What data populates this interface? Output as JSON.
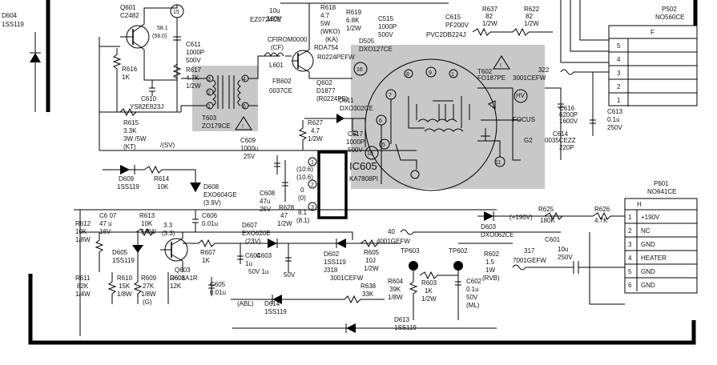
{
  "diagram": {
    "transistors": {
      "q601": {
        "ref": "Q601",
        "part": "C2482"
      },
      "q602": {
        "ref": "Q602",
        "part": "D1877",
        "alt": "(R0224PE)",
        "alt2": "R0224PEFW",
        "alt3": "RDA754"
      },
      "q603": {
        "ref": "Q603",
        "part": "D601A1R"
      }
    },
    "ics": {
      "ic605": {
        "ref": "IC605",
        "part": "KA7808PI"
      }
    },
    "transformers": {
      "t603": {
        "ref": "T603",
        "part": "ZO179CE"
      },
      "t602": {
        "ref": "T602",
        "part": "FO187PE"
      }
    },
    "connectors": {
      "p502": {
        "ref": "P502",
        "part": "NO560CE",
        "header": "F",
        "pins": [
          "5",
          "4",
          "3",
          "2",
          "1"
        ]
      },
      "p601": {
        "ref": "P601",
        "part": "NO641CE",
        "header": "H",
        "pins": [
          {
            "num": "1",
            "sig": "+190V"
          },
          {
            "num": "2",
            "sig": "NC"
          },
          {
            "num": "3",
            "sig": "GND"
          },
          {
            "num": "4",
            "sig": "HEATER"
          },
          {
            "num": "5",
            "sig": "GND"
          },
          {
            "num": "6",
            "sig": "GND"
          }
        ]
      }
    },
    "labels": {
      "d604": "D604",
      "d604_part": "1SS119",
      "v58_1": "58.1",
      "v58_0": "(58.0)",
      "node15": "15",
      "node16": "16",
      "node10": "10",
      "r616": "R616",
      "r616_v": "1K",
      "c611": "C611",
      "c611_v": "1000P",
      "c611_v2": "500V",
      "r617": "R617",
      "r617_v": "4.7K",
      "r617_w": "1/2W",
      "c610": "C610",
      "c610_p": "YS82E823J",
      "r615": "R615",
      "r615_v": "3.3K",
      "r615_w": "3W /5W",
      "r615_t": "(KT)",
      "sv": "/(SV)",
      "d609": "D609",
      "d609_p": "1SS119",
      "r614": "R614",
      "r614_v": "10K",
      "d608": "D608",
      "d608_p": "EXO604GE",
      "d608_v": "(3.9V)",
      "c607": "C6 07",
      "c607_v": "47 u",
      "c607_v2": "16V",
      "r613": "R613",
      "r613_v": "10K",
      "r613_w": "1/8W",
      "v33": "3.3",
      "v33b": "(3.3)",
      "c606": "C606",
      "c606_v": "0.01u",
      "d607": "D607",
      "d607_p": "EXO620E",
      "d607_v": "(23V)",
      "r612": "R612",
      "r612_v": "10K",
      "r612_w": "1/8W",
      "d605": "D605",
      "d605_p": "1SS119",
      "r611": "R611",
      "r611_v": "82K",
      "r611_w": "1/4W",
      "r610": "R610",
      "r610_v": "15K",
      "r610_w": "1/8W",
      "r609": "R609",
      "r609_v": "27K",
      "r609_w": "1/8W",
      "r609_g": "(G)",
      "r608": "R608",
      "r608_v": "12K",
      "r607": "R607",
      "r607_v": "1K",
      "c604": "C604",
      "c604_v": "1u",
      "c603": "C603",
      "c603_v": "50V 1u",
      "c605": "C605",
      "c605_v": "0.01u",
      "abl": "(ABL)",
      "d614": "D614",
      "d614_p": "1SS119",
      "d613": "D613",
      "d613_p": "1SS119",
      "d602": "D602",
      "d602_p": "1SS119",
      "d602_j": "J318",
      "d602_x": "3001CEFW",
      "v50": "50V",
      "r605": "R605",
      "r605_v": "10J",
      "r605_w": "1/2W",
      "r638": "R638",
      "r638_v": "33K",
      "tp603": "TP603",
      "tp602": "TP602",
      "r604": "R604",
      "r604_v": "39K",
      "r604_w": "1/8W",
      "r603": "R603",
      "r603_v": "1K",
      "r603_w": "1/2W",
      "c602": "C602",
      "c602_v": "0.1u",
      "c602_v2": "50V",
      "c602_m": "(ML)",
      "r602": "R602",
      "r602_v": "1.5",
      "r602_w": "1W",
      "r602_t": "(RVB)",
      "c601": "C601",
      "c601_v": "10u",
      "c601_v2": "250V",
      "c601_j": "317",
      "c601_x": "7001GEFW",
      "x40": "40",
      "x4001": "4001GEFW",
      "d603": "D603",
      "d603_p": "DXO062CE",
      "v190": "(+190V)",
      "r625": "R625",
      "r625_v": "180K",
      "r626": "R626",
      "r626_v": "4.7K",
      "c609": "C609",
      "c609_v": "1000u",
      "c609_v2": "25V",
      "c608": "C608",
      "c608_v": "47u",
      "c608_v2": "25V",
      "r628": "R628",
      "r628_v": "47",
      "r628_w": "1/2W",
      "v106": "(10.6)",
      "v106b": "(10.6)",
      "v0": "0",
      "v0b": "(0)",
      "v81": "8.1",
      "v81b": "(8.1)",
      "r627": "R627",
      "r627_v": "4.7",
      "r627_w": "1/2W",
      "c617": "C617",
      "c617_v": "1000P",
      "c617_v2": "500V",
      "d611": "D611",
      "d611_p": "DXO302CE",
      "fb602": "FB602",
      "fb602_p": "0037CE",
      "l601": "L601",
      "cf": "(CF)",
      "cfir": "CFIROM0000",
      "v160": "160V",
      "c618": "10u",
      "ez": "EZ0724CE",
      "r618": "R618",
      "r618_v": "4.7",
      "r618_w": "5W",
      "r618_t": "(WKO)",
      "r618_k": "(KA)",
      "r619": "R619",
      "r619_v": "6.8K",
      "r619_w": "1/2W",
      "c515": "C515",
      "c515_v": "1000P",
      "c515_v2": "500V",
      "d505": "D505",
      "d505_p": "DXO127CE",
      "c615": "C615",
      "c615_v": "PF200V",
      "c615_p": "PVC2DB224J",
      "r637": "R637",
      "r637_v": "82",
      "r637_w": "1/2W",
      "r622": "R622",
      "r622_v": "82",
      "r622_w": "1/2W",
      "t602_p": "3001CEFW",
      "n322": "322",
      "hv": "HV",
      "focus": "FOCUS",
      "g2": "G2",
      "c616": "C616",
      "c616_v": "6200P",
      "c616_v2": "1600V",
      "c614": "C614",
      "c614_p": "0035CEZZ",
      "c614_v": "220P",
      "c613": "C613",
      "c613_v": "0.1u",
      "c613_v2": "250V",
      "pin1": "1",
      "pin2": "2",
      "pin3": "3",
      "pin4": "4",
      "pin5": "5",
      "pin6": "6",
      "pin7": "7",
      "pin8": "8",
      "pin9": "9",
      "pin11": "11"
    }
  }
}
